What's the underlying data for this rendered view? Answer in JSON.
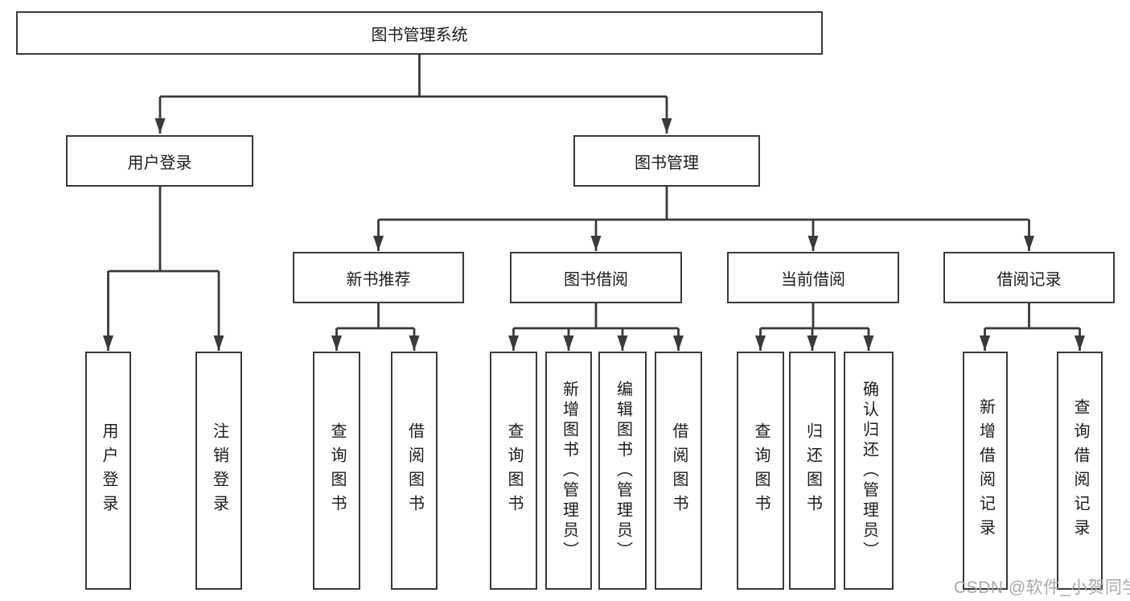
{
  "nodes": {
    "root": {
      "label": "图书管理系统"
    },
    "level2": [
      {
        "label": "用户登录"
      },
      {
        "label": "图书管理"
      }
    ],
    "level3": [
      {
        "label": "新书推荐"
      },
      {
        "label": "图书借阅"
      },
      {
        "label": "当前借阅"
      },
      {
        "label": "借阅记录"
      }
    ],
    "leaves": {
      "login": [
        {
          "label": "用户登录"
        },
        {
          "label": "注销登录"
        }
      ],
      "newbook": [
        {
          "label": "查询图书"
        },
        {
          "label": "借阅图书"
        }
      ],
      "borrow": [
        {
          "label": "查询图书"
        },
        {
          "label": "新增图书（管理员）"
        },
        {
          "label": "编辑图书（管理员）"
        },
        {
          "label": "借阅图书"
        }
      ],
      "current": [
        {
          "label": "查询图书"
        },
        {
          "label": "归还图书"
        },
        {
          "label": "确认归还（管理员）"
        }
      ],
      "records": [
        {
          "label": "新增借阅记录"
        },
        {
          "label": "查询借阅记录"
        }
      ]
    }
  },
  "watermark": {
    "text": "CSDN @软件_小贺同学",
    "color": "#a9a9a9"
  },
  "colors": {
    "line": "#3a3a3a",
    "text": "#1c1c1e",
    "background": "#ffffff"
  }
}
